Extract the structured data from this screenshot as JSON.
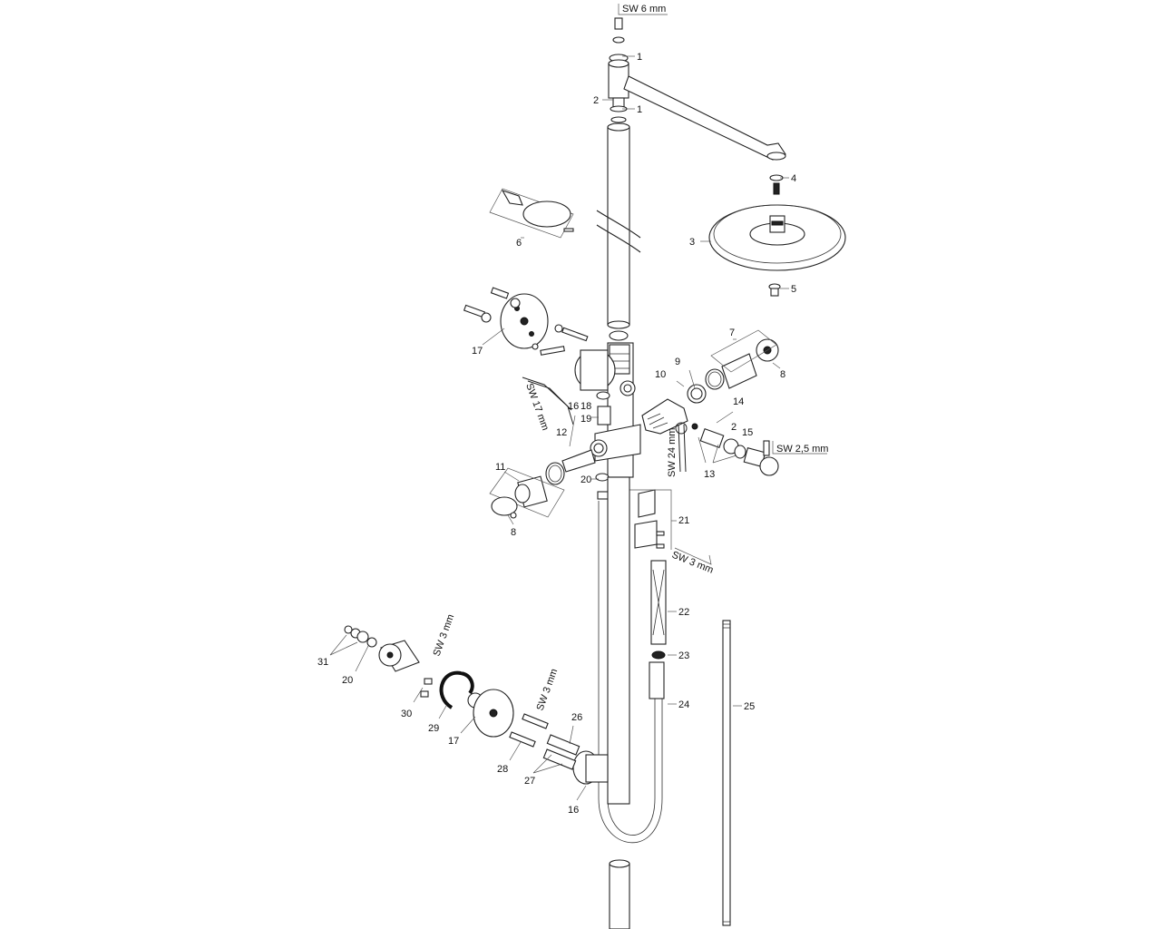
{
  "diagram": {
    "part_labels": {
      "p1a": "1",
      "p1b": "1",
      "p2a": "2",
      "p2b": "2",
      "p3": "3",
      "p4": "4",
      "p5": "5",
      "p6": "6",
      "p7": "7",
      "p8a": "8",
      "p8b": "8",
      "p9": "9",
      "p10": "10",
      "p11": "11",
      "p12": "12",
      "p13": "13",
      "p14": "14",
      "p15": "15",
      "p16a": "16",
      "p16b": "16",
      "p17a": "17",
      "p17b": "17",
      "p18": "18",
      "p19": "19",
      "p20a": "20",
      "p20b": "20",
      "p21": "21",
      "p22": "22",
      "p23": "23",
      "p24": "24",
      "p25": "25",
      "p26": "26",
      "p27": "27",
      "p28": "28",
      "p29": "29",
      "p30": "30",
      "p31": "31"
    },
    "tool_labels": {
      "sw6": "SW 6 mm",
      "sw25": "SW 2,5 mm",
      "sw3_hose": "SW 3 mm",
      "sw3_handle": "SW 3 mm",
      "sw3_plate": "SW 3 mm",
      "sw17": "SW 17 mm",
      "sw24": "SW 24 mm"
    }
  }
}
